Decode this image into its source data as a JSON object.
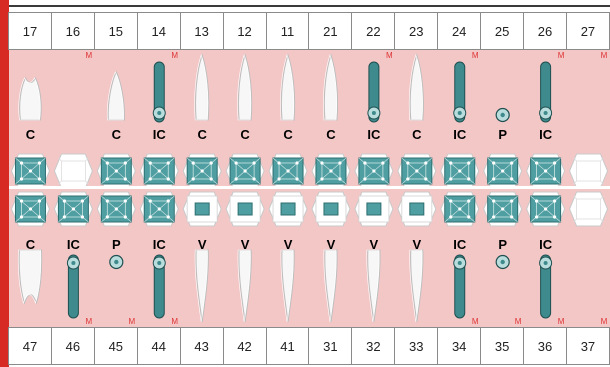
{
  "upper_numbers": [
    "17",
    "16",
    "15",
    "14",
    "13",
    "12",
    "11",
    "21",
    "22",
    "23",
    "24",
    "25",
    "26",
    "27"
  ],
  "lower_numbers": [
    "47",
    "46",
    "45",
    "44",
    "43",
    "42",
    "41",
    "31",
    "32",
    "33",
    "34",
    "35",
    "36",
    "37"
  ],
  "upper_labels": [
    "C",
    "",
    "C",
    "IC",
    "C",
    "C",
    "C",
    "C",
    "IC",
    "C",
    "IC",
    "P",
    "IC",
    ""
  ],
  "lower_labels": [
    "C",
    "IC",
    "P",
    "IC",
    "V",
    "V",
    "V",
    "V",
    "V",
    "V",
    "IC",
    "P",
    "IC",
    ""
  ],
  "upper_markers": [
    "",
    "M",
    "",
    "M",
    "",
    "",
    "",
    "",
    "M",
    "",
    "M",
    "",
    "M",
    "M"
  ],
  "lower_markers": [
    "",
    "M",
    "M",
    "M",
    "",
    "",
    "",
    "",
    "",
    "",
    "M",
    "M",
    "M",
    "M"
  ],
  "upper_teeth": [
    "molar",
    "none",
    "premolar",
    "implant",
    "incisor",
    "incisor",
    "incisor",
    "incisor",
    "implant",
    "incisor",
    "implant",
    "pontic",
    "implant",
    "none"
  ],
  "lower_teeth": [
    "molar",
    "implant",
    "pontic",
    "implant",
    "incisor",
    "incisor",
    "incisor",
    "incisor",
    "incisor",
    "incisor",
    "implant",
    "pontic",
    "implant",
    "none"
  ],
  "upper_crowns": [
    "restoration",
    "empty",
    "restoration",
    "restoration",
    "restoration",
    "restoration",
    "restoration",
    "restoration",
    "restoration",
    "restoration",
    "restoration",
    "restoration",
    "restoration",
    "empty"
  ],
  "lower_crowns": [
    "restoration",
    "restoration",
    "restoration",
    "restoration",
    "veneer",
    "veneer",
    "veneer",
    "veneer",
    "veneer",
    "veneer",
    "restoration",
    "restoration",
    "restoration",
    "empty"
  ],
  "colors": {
    "background": "#f4c7c7",
    "restoration": "#4f9ea1",
    "implant": "#3e8a8c",
    "marker": "#dd3333",
    "accent_bar": "#d62a22"
  }
}
